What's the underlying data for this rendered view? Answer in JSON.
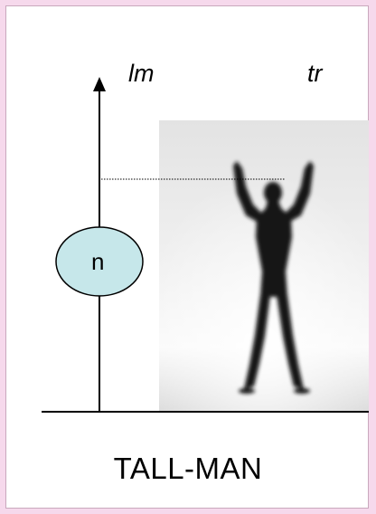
{
  "diagram": {
    "landmark_label": "lm",
    "trajector_label": "tr",
    "node_label": "n",
    "caption": "TALL-MAN",
    "colors": {
      "node_fill": "#c6e7ea",
      "line": "#000000",
      "background_border": "#f6d9ec"
    },
    "icons": {
      "photo": "silhouette-man-arms-raised-icon",
      "arrow": "arrow-up-icon"
    }
  }
}
